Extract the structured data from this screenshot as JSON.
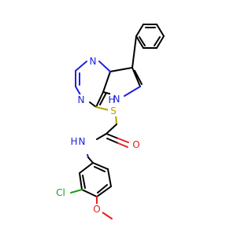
{
  "atoms": {
    "n_top": "N",
    "n_left": "N",
    "nh_pyrrole": "H",
    "s_thioether": "S",
    "o_carbonyl": "O",
    "n_amide": "N",
    "h_amide": "H",
    "cl": "Cl",
    "o_methoxy": "O"
  },
  "colors": {
    "carbon": "#000000",
    "nitrogen": "#2020e0",
    "sulfur": "#b3a100",
    "oxygen": "#e02020",
    "chlorine": "#1e9e1e"
  }
}
